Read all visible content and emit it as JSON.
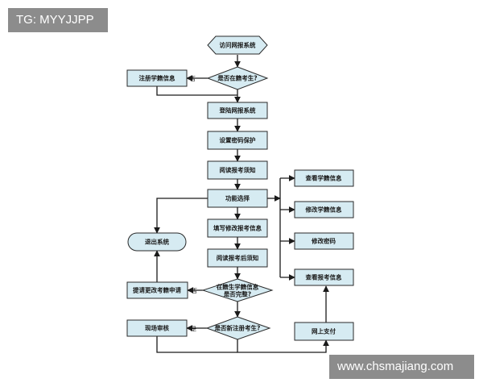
{
  "watermarks": {
    "top_left": "TG: MYYJJPP",
    "bottom_right": "www.chsmajiang.com"
  },
  "nodes": {
    "visit": "访问网报系统",
    "is_enrolled": "是否在籍考生?",
    "register_info": "注册学籍信息",
    "login": "登陆网报系统",
    "set_password": "设置密码保护",
    "read_notice": "阅读报考须知",
    "function_select": "功能选择",
    "exit": "退出系统",
    "fill_modify": "填写修改报考信息",
    "read_after": "阅读报考后须知",
    "info_complete": [
      "在籍生学籍信息",
      "是否完整?"
    ],
    "apply_change": "提请更改考籍申请",
    "site_review": "现场审核",
    "is_new": "是否新注册考生?",
    "view_student": "查看学籍信息",
    "modify_student": "修改学籍信息",
    "modify_password": "修改密码",
    "view_exam": "查看报考信息",
    "pay_online": "网上支付"
  },
  "edge_labels": {
    "no": "否",
    "yes": "是"
  }
}
